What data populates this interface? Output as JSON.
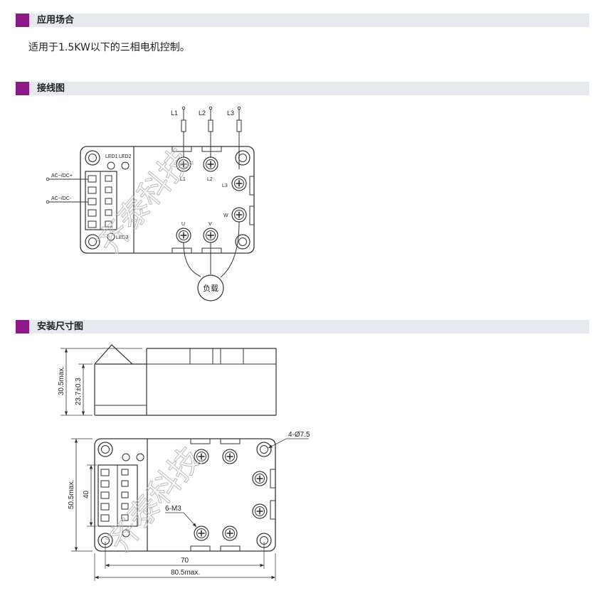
{
  "sections": [
    {
      "title": "应用场合"
    },
    {
      "title": "接线图"
    },
    {
      "title": "安装尺寸图"
    }
  ],
  "application": {
    "text": "适用于1.5KW以下的三相电机控制。"
  },
  "wiring": {
    "supply_labels": [
      "L1",
      "L2",
      "L3"
    ],
    "led_labels": [
      "LED1",
      "LED2",
      "LED3"
    ],
    "control_labels": [
      "AC~/DC+",
      "AC~/DC-"
    ],
    "input_terminals": [
      "L1",
      "L2",
      "L3"
    ],
    "output_terminals": [
      "U",
      "V",
      "W"
    ],
    "load_label": "负载"
  },
  "dimensions": {
    "height_max": "30.5max.",
    "height_body": "23.7±0.3",
    "width_max": "50.5max.",
    "width_inner": "40",
    "hole_spec": "4-Ø7.5",
    "screw_spec": "6-M3",
    "pitch": "70",
    "length_max": "80.5max."
  },
  "watermark": "齐泰科技"
}
